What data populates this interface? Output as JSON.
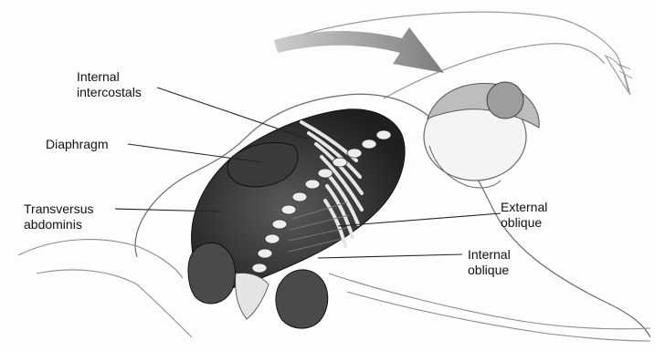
{
  "labels": {
    "internal_intercostals": [
      "Internal",
      "intercostals"
    ],
    "diaphragm": "Diaphragm",
    "transversus_abdominis": [
      "Transversus",
      "abdominis"
    ],
    "external_oblique": [
      "External",
      "oblique"
    ],
    "internal_oblique": [
      "Internal",
      "oblique"
    ]
  },
  "colors": {
    "line": "#222222",
    "arrow": "#8a8a8a",
    "muscle_dark": "#2a2a2a",
    "bone": "#e9e9e9",
    "skin_outline": "#6a6a6a"
  }
}
